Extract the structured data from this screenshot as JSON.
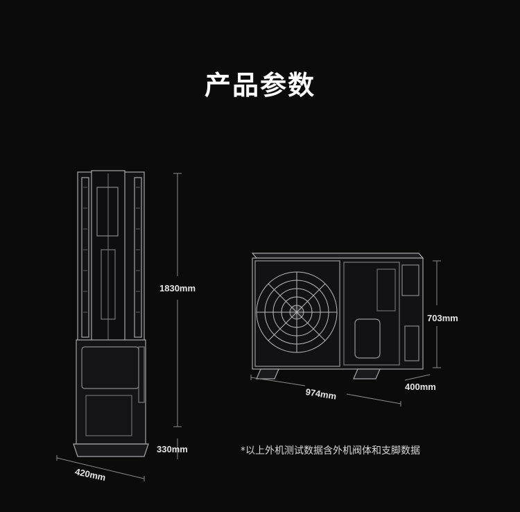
{
  "header": {
    "title": "产品参数"
  },
  "indoor_unit": {
    "height_label": "1830mm",
    "base_depth_label": "330mm",
    "width_label": "420mm"
  },
  "outdoor_unit": {
    "height_label": "703mm",
    "width_label": "974mm",
    "depth_label": "400mm"
  },
  "footnote": "*以上外机测试数据含外机阀体和支脚数据",
  "colors": {
    "background": "#0b0b0c",
    "text": "#ffffff",
    "line": "#9a9a9a"
  }
}
